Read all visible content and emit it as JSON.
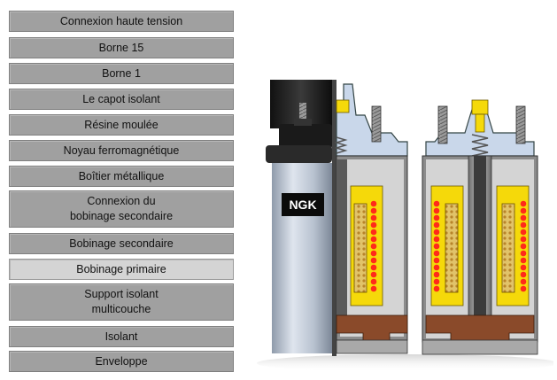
{
  "menu": {
    "items": [
      {
        "label": "Connexion haute tension",
        "active": false
      },
      {
        "label": "Borne 15",
        "active": false
      },
      {
        "label": "Borne 1",
        "active": false
      },
      {
        "label": "Le capot isolant",
        "active": false
      },
      {
        "label": "Résine moulée",
        "active": false
      },
      {
        "label": "Noyau ferromagnétique",
        "active": false
      },
      {
        "label": "Boîtier métallique",
        "active": false
      },
      {
        "label": "Connexion du\nbobinage secondaire",
        "active": false
      },
      {
        "label": "Bobinage secondaire",
        "active": false
      },
      {
        "label": "Bobinage primaire",
        "active": true
      },
      {
        "label": "Support isolant\nmulticouche",
        "active": false
      },
      {
        "label": "Isolant",
        "active": false
      },
      {
        "label": "Enveloppe",
        "active": false
      }
    ]
  },
  "diagram": {
    "brand_label": "NGK",
    "colors": {
      "menu_bg": "#a0a0a0",
      "menu_active_bg": "#d4d4d4",
      "cap_blue": "#c9d7ea",
      "resin_yellow": "#f5d90a",
      "winding_red": "#ff2a1a",
      "base_brown": "#8a4a2a",
      "core_gray": "#555555",
      "casing_silver": "#b8c3d1"
    }
  }
}
